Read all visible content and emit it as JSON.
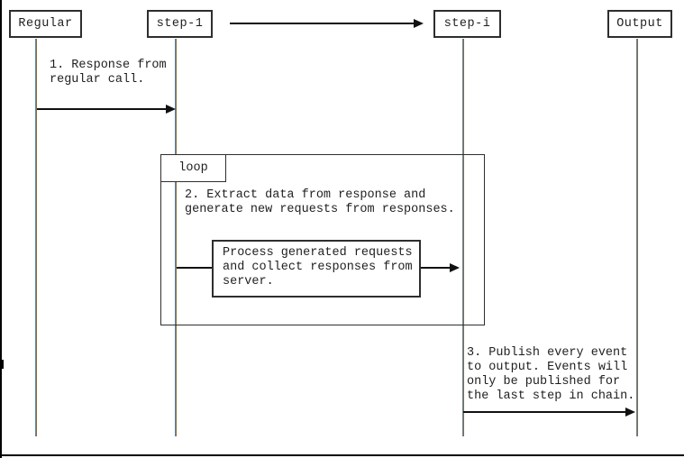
{
  "diagram": {
    "title": "sequence-diagram",
    "actors": [
      {
        "label": "Regular"
      },
      {
        "label": "step-1"
      },
      {
        "label": "step-i"
      },
      {
        "label": "Output"
      }
    ],
    "fragment": {
      "label": "loop"
    },
    "messages": [
      {
        "text": "1. Response from\nregular call."
      },
      {
        "text": "2. Extract data from response and\ngenerate new requests from responses."
      },
      {
        "text": "Process generated requests\nand collect responses from\nserver."
      },
      {
        "text": "3. Publish every event\nto output. Events will\nonly be published for\nthe last step in chain."
      }
    ],
    "colors": {
      "line": "#111111",
      "border": "#2e2e2e",
      "lifeline_blue": "#5f87a8",
      "lifeline_olive": "#8a6d3b",
      "background": "#ffffff"
    }
  }
}
